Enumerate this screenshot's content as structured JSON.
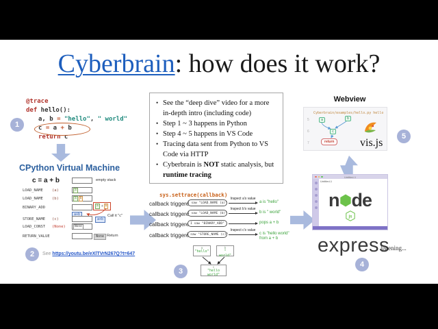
{
  "title": {
    "link": "Cyberbrain",
    "rest": ": how does it work?"
  },
  "badges": {
    "b1": "1",
    "b2": "2",
    "b3": "3",
    "b4": "4",
    "b5": "5"
  },
  "code": {
    "l1": "@trace",
    "l2_kw": "def",
    "l2_rest": " hello():",
    "l3_id": "a, b ",
    "l3_op": "=",
    "l3_sp": " ",
    "l3_s1": "\"hello\"",
    "l3_sep": ", ",
    "l3_s2": "\" world\"",
    "l4_t1": "c ",
    "l4_op1": "=",
    "l4_t2": " a ",
    "l4_op2": "+",
    "l4_t3": " b",
    "l5_kw": "return",
    "l5_rest": " c"
  },
  "vm": {
    "heading": "CPython Virtual Machine",
    "expr": "c = a + b",
    "empty_stack": "empty stack",
    "r1_op": "LOAD_NAME",
    "r1_arg": "(a)",
    "r2_op": "LOAD_NAME",
    "r2_arg": "(b)",
    "r3_op": "BINARY_ADD",
    "r4_op": "STORE_NAME",
    "r4_arg": "(c)",
    "r5_op": "LOAD_CONST",
    "r5_arg": "(None)",
    "r6_op": "RETURN_VALUE",
    "cell_a": "a",
    "cell_b": "b",
    "plus": "+",
    "ab": "a+b",
    "none": "None",
    "call_note": "Call it \"c\"",
    "return_note": "Return",
    "see": "See",
    "link": "https://youtu.be/eXlTVrN267Q?t=647"
  },
  "notes": {
    "i1": "See the “deep dive” video for a more in-depth intro (including code)",
    "i2": "Step 1 ~ 3 happens in Python",
    "i3": "Step 4 ~ 5 happens in VS Code",
    "i4": "Tracing data sent from Python to VS Code via HTTP",
    "i5_pre": "Cyberbrain is ",
    "i5_b1": "NOT",
    "i5_mid": " static analysis, but ",
    "i5_b2": "runtime tracing"
  },
  "settrace": {
    "title": "sys.settrace(callback)",
    "trigger": "callback triggered",
    "rows": [
      {
        "saw": "I saw \"LOAD_NAME (a)\"",
        "label": "Inspect a's value",
        "result": "a is \"hello\""
      },
      {
        "saw": "I saw \"LOAD_NAME (b)\"",
        "label": "Inspect b's value",
        "result": "b is \" world\""
      },
      {
        "saw": "I saw \"BINARY_ADD\"",
        "label": "",
        "result": "pops a + b"
      },
      {
        "saw": "I saw \"STORE_NAME (c)\"",
        "label": "Inspect c's value",
        "result": "c is \"hello world\"",
        "result2": "from a + b"
      }
    ]
  },
  "tree": {
    "a_name": "a",
    "a_val": "\"hello\"",
    "b_name": "b",
    "b_val": "\" world\"",
    "c_name": "c",
    "c_val": "\"hello world\""
  },
  "webview": {
    "heading": "Webview",
    "breadcrumb": "Cyberbrain/examples/hello.py hello",
    "ln1": "5",
    "ln2": "6",
    "ln3": "7",
    "node_a": "a",
    "node_b": "b",
    "node_c": "c",
    "node_return": "return",
    "logo": "vis.js"
  },
  "vscode": {
    "title": "Untitled-1",
    "tab": "Untitled-1",
    "node_n": "n",
    "node_de": "de",
    "node_js": "js"
  },
  "express": {
    "logo": "express",
    "status": "listening..."
  },
  "colors": {
    "link_blue": "#1d5ebd",
    "arrow_blue": "#a9bade",
    "result_green": "#3aa23a",
    "settrace_orange": "#c86018",
    "heading_blue": "#2b5f9e"
  }
}
